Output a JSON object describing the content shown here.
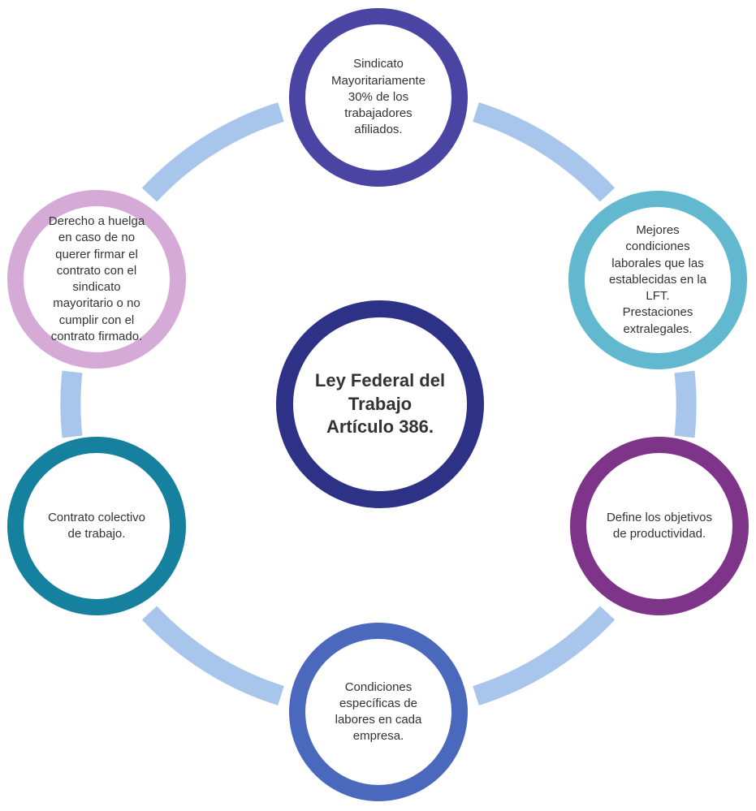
{
  "colors": {
    "connector": "#a8c6ec",
    "center": "#2e3287",
    "top": "#4a44a2",
    "upper_right": "#62b8ce",
    "lower_right": "#7e3488",
    "bottom": "#4a68bc",
    "lower_left": "#16819e",
    "upper_left": "#d5aad6"
  },
  "center": {
    "label": "Ley Federal del\nTrabajo\nArtículo 386."
  },
  "nodes": {
    "top": {
      "label": "Sindicato\nMayoritariamente\n30% de los\ntrabajadores\nafiliados."
    },
    "upper_right": {
      "label": "Mejores\ncondiciones\nlaborales que las\nestablecidas en la\nLFT.\nPrestaciones\nextralegales."
    },
    "lower_right": {
      "label": "Define los objetivos\nde productividad."
    },
    "bottom": {
      "label": "Condiciones\nespecíficas de\nlabores en cada\nempresa."
    },
    "lower_left": {
      "label": "Contrato colectivo\nde trabajo."
    },
    "upper_left": {
      "label": "Derecho a huelga\nen caso de no\nquerer firmar el\ncontrato con el\nsindicato\nmayoritario o no\ncumplir con el\ncontrato firmado."
    }
  }
}
